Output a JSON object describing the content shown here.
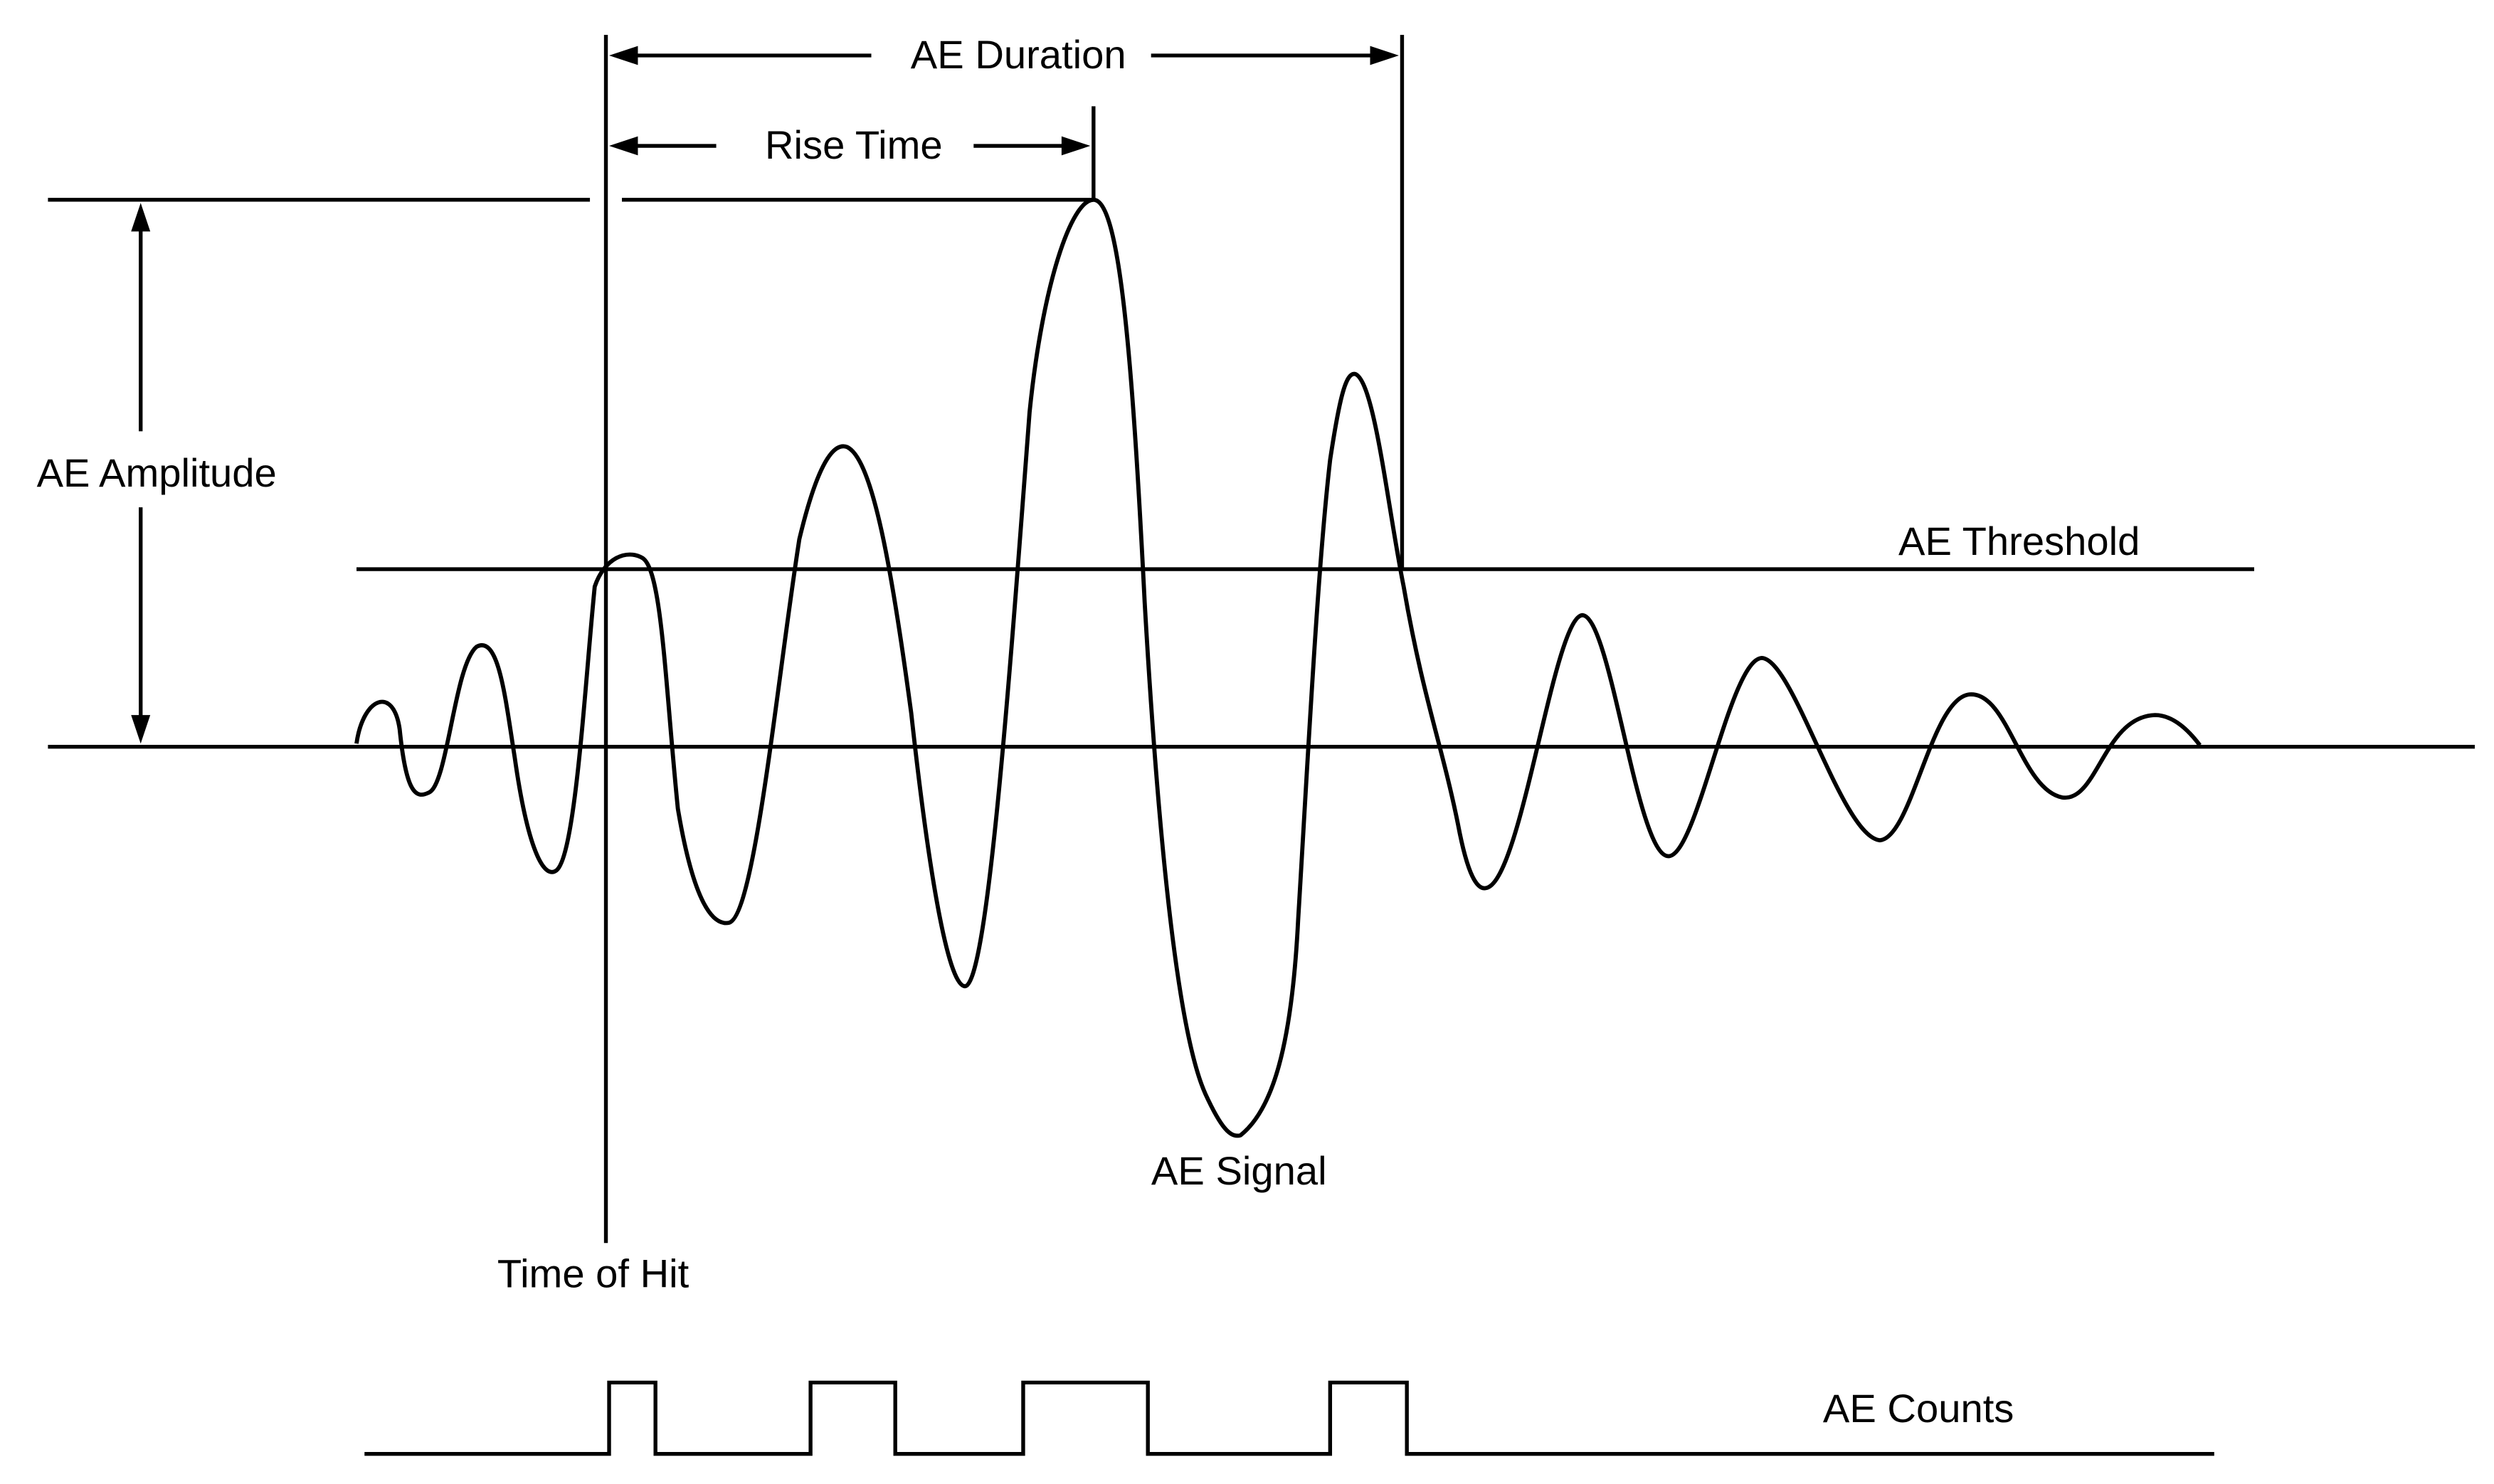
{
  "labels": {
    "duration": "AE Duration",
    "rise_time": "Rise Time",
    "amplitude": "AE Amplitude",
    "threshold": "AE Threshold",
    "signal": "AE Signal",
    "time_of_hit": "Time of Hit",
    "counts": "AE Counts"
  },
  "colors": {
    "ink": "#000000",
    "background": "#ffffff"
  }
}
